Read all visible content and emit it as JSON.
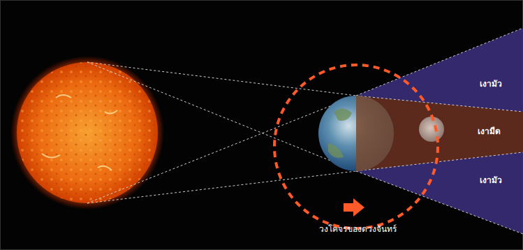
{
  "diagram": {
    "labels": [
      "เงามัว",
      "เงามืด",
      "เงามัว",
      "วงโคจรของดวงจันทร์"
    ]
  }
}
